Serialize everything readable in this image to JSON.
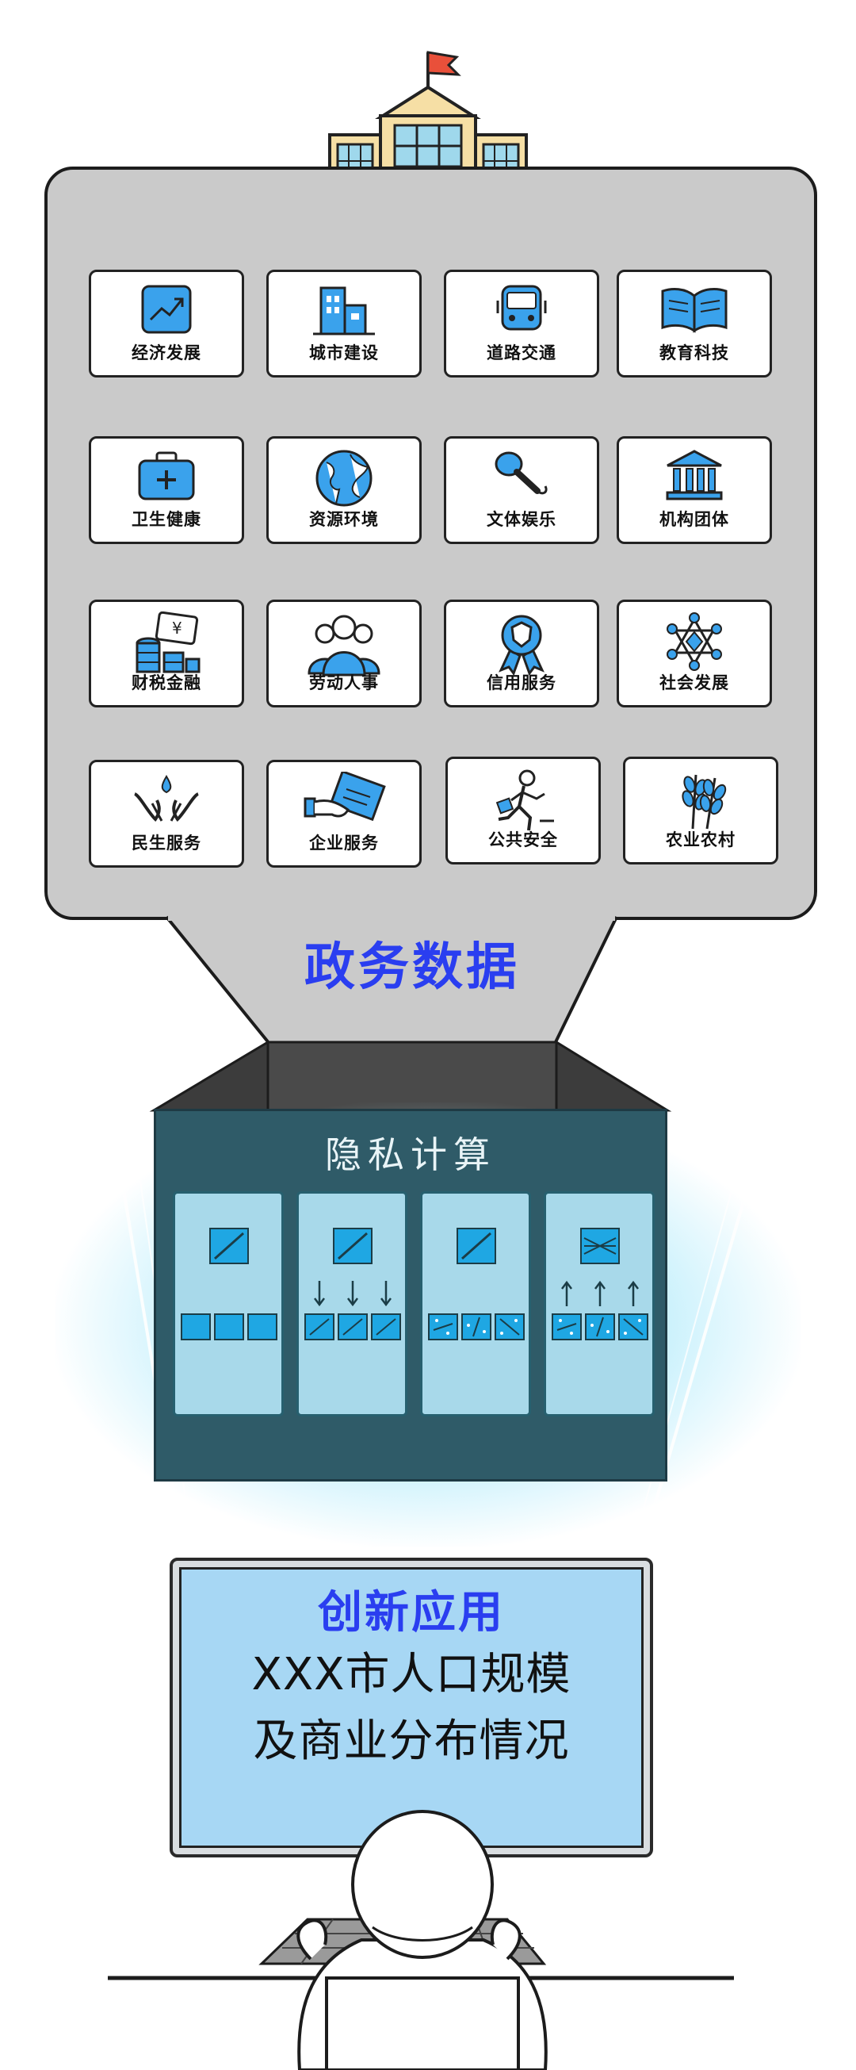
{
  "categories": [
    {
      "label": "经济发展",
      "icon": "trend-chart-icon"
    },
    {
      "label": "城市建设",
      "icon": "city-building-icon"
    },
    {
      "label": "道路交通",
      "icon": "bus-icon"
    },
    {
      "label": "教育科技",
      "icon": "open-book-icon"
    },
    {
      "label": "卫生健康",
      "icon": "medical-kit-icon"
    },
    {
      "label": "资源环境",
      "icon": "globe-icon"
    },
    {
      "label": "文体娱乐",
      "icon": "microphone-icon"
    },
    {
      "label": "机构团体",
      "icon": "institution-icon"
    },
    {
      "label": "财税金融",
      "icon": "coins-icon"
    },
    {
      "label": "劳动人事",
      "icon": "people-group-icon"
    },
    {
      "label": "信用服务",
      "icon": "credit-badge-icon"
    },
    {
      "label": "社会发展",
      "icon": "network-star-icon"
    },
    {
      "label": "民生服务",
      "icon": "caring-hands-icon"
    },
    {
      "label": "企业服务",
      "icon": "handshake-document-icon"
    },
    {
      "label": "公共安全",
      "icon": "running-person-icon"
    },
    {
      "label": "农业农村",
      "icon": "wheat-icon"
    }
  ],
  "gov_data_title": "政务数据",
  "privacy": {
    "title": "隐私计算"
  },
  "application": {
    "title": "创新应用",
    "line1": "XXX市人口规模",
    "line2": "及商业分布情况"
  },
  "colors": {
    "accent_blue": "#2a3ef0",
    "icon_blue": "#3aa2ec",
    "panel_gray": "#cacaca",
    "privacy_box": "#2f5b68",
    "screen_blue": "#a7d7f4"
  }
}
